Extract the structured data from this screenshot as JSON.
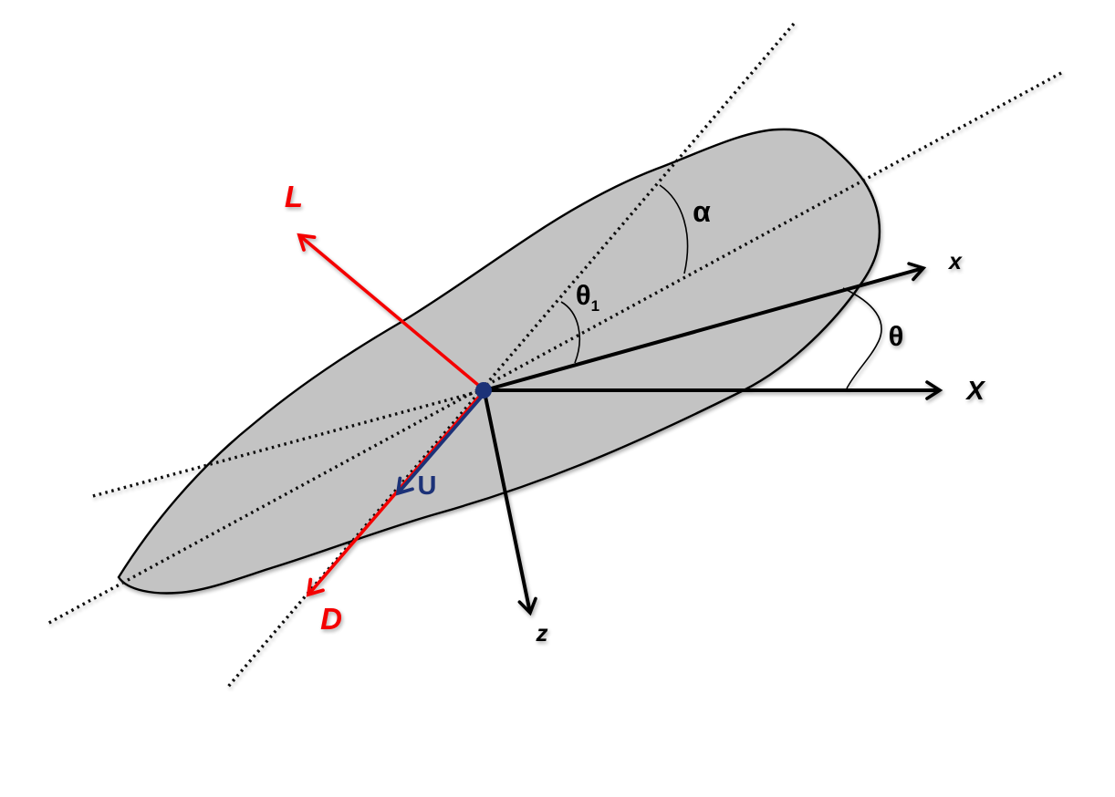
{
  "diagram": {
    "labels": {
      "lift": "L",
      "drag": "D",
      "velocity": "U",
      "body_x_axis": "x",
      "inertial_X_axis": "X",
      "z_axis": "z",
      "angle_of_attack": "α",
      "theta_1_base": "θ",
      "theta_1_sub": "1",
      "pitch_angle": "θ"
    },
    "colors": {
      "force_red": "#f40606",
      "velocity_navy": "#1f3278",
      "body_gray": "#c3c3c3",
      "stroke_black": "#000000",
      "background": "#ffffff"
    }
  }
}
